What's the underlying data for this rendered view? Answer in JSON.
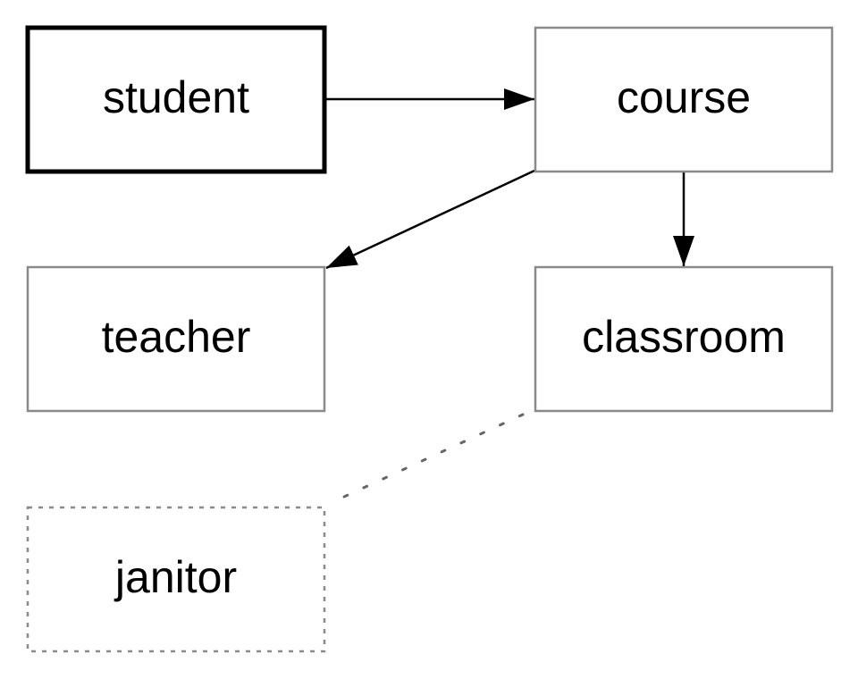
{
  "nodes": {
    "student": {
      "label": "student",
      "style": "bold"
    },
    "course": {
      "label": "course",
      "style": "normal"
    },
    "teacher": {
      "label": "teacher",
      "style": "normal"
    },
    "classroom": {
      "label": "classroom",
      "style": "normal"
    },
    "janitor": {
      "label": "janitor",
      "style": "dotted"
    }
  },
  "edges": [
    {
      "from": "student",
      "to": "course",
      "style": "solid-arrow"
    },
    {
      "from": "course",
      "to": "teacher",
      "style": "solid-arrow"
    },
    {
      "from": "course",
      "to": "classroom",
      "style": "solid-arrow"
    },
    {
      "from": "classroom",
      "to": "janitor",
      "style": "dotted-no-arrow"
    }
  ],
  "colors": {
    "bold_border": "#000000",
    "normal_border": "#8a8a8a",
    "dotted_border": "#8a8a8a",
    "edge": "#000000",
    "dotted_edge": "#666666"
  }
}
